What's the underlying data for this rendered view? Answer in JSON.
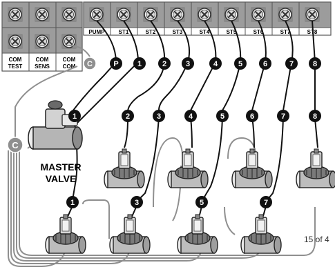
{
  "terminal_labels": {
    "pump": "PUMP",
    "st1": "ST1",
    "st2": "ST2",
    "st3": "ST3",
    "st4": "ST4",
    "st5": "ST5",
    "st6": "ST6",
    "st7": "ST7",
    "st8": "ST8"
  },
  "left_block_labels": {
    "com_test_1": "COM",
    "com_test_2": "TEST",
    "com_sens_1": "COM",
    "com_sens_2": "SENS",
    "com_com_1": "COM",
    "com_com_2": "COM"
  },
  "markers": {
    "common": "C",
    "pump": "P",
    "z1": "1",
    "z2": "2",
    "z3": "3",
    "z4": "4",
    "z5": "5",
    "z6": "6",
    "z7": "7",
    "z8": "8"
  },
  "master_valve": {
    "line1": "MASTER",
    "line2": "VALVE"
  },
  "page_number": "15 of 4"
}
